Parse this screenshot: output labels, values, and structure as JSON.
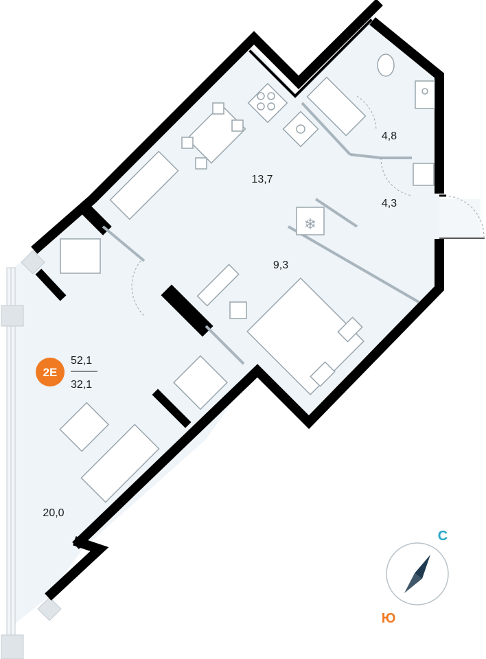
{
  "unit": {
    "badge": "2E",
    "total_area": "52,1",
    "living_area": "32,1"
  },
  "rooms": {
    "kitchen": "13,7",
    "bath": "4,8",
    "hall": "4,3",
    "bedroom": "9,3",
    "living": "20,0"
  },
  "compass": {
    "north": "С",
    "south": "Ю"
  },
  "colors": {
    "wall": "#000000",
    "floor": "#eef4f8",
    "furniture": "#9aa6ae",
    "badge": "#f07a22",
    "north": "#2aa7c9",
    "south": "#f07a22",
    "needle": "#1f3a4f"
  }
}
